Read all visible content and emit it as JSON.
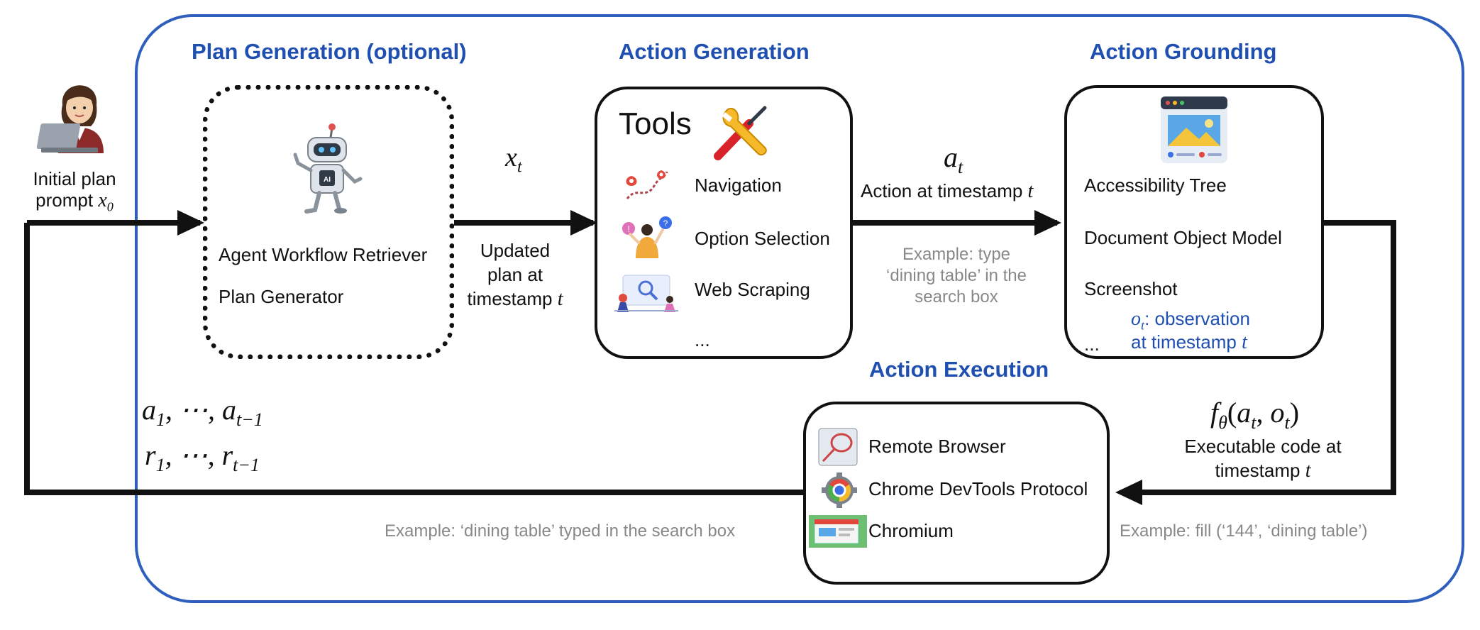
{
  "sections": {
    "plan_generation": "Plan Generation (optional)",
    "action_generation": "Action Generation",
    "action_grounding": "Action Grounding",
    "action_execution": "Action Execution"
  },
  "user": {
    "label_line1": "Initial plan",
    "label_line2_prefix": "prompt ",
    "label_var": "x",
    "label_sub": "0"
  },
  "plan_box": {
    "item1": "Agent Workflow Retriever",
    "item2": "Plan Generator",
    "robot_badge": "AI"
  },
  "edge_plan_to_action": {
    "var": "x",
    "sub": "t",
    "line1": "Updated",
    "line2": "plan at",
    "line3_prefix": "timestamp ",
    "line3_var": "t"
  },
  "tools_box": {
    "title": "Tools",
    "items": [
      "Navigation",
      "Option Selection",
      "Web Scraping",
      "..."
    ]
  },
  "edge_action_to_grounding": {
    "var": "a",
    "sub": "t",
    "label_prefix": "Action at timestamp ",
    "label_var": "t",
    "example_line1": "Example: type",
    "example_line2": "‘dining table’ in the",
    "example_line3": "search box"
  },
  "grounding_box": {
    "items": [
      "Accessibility Tree",
      "Document Object Model",
      "Screenshot",
      "..."
    ],
    "obs_var": "o",
    "obs_sub": "t",
    "obs_line1_suffix": ": observation",
    "obs_line2_prefix": "at timestamp ",
    "obs_line2_var": "t"
  },
  "edge_grounding_to_execution": {
    "func": "f",
    "func_sub": "θ",
    "args_open": "(",
    "arg1": "a",
    "arg1_sub": "t",
    "sep": ", ",
    "arg2": "o",
    "arg2_sub": "t",
    "args_close": ")",
    "line1": "Executable code at",
    "line2_prefix": "timestamp ",
    "line2_var": "t",
    "example": "Example: fill (‘144’, ‘dining table’)"
  },
  "execution_box": {
    "items": [
      "Remote Browser",
      "Chrome DevTools Protocol",
      "Chromium"
    ]
  },
  "feedback": {
    "a_first": "a",
    "a_first_sub": "1",
    "a_mid": ", ⋯, ",
    "a_last": "a",
    "a_last_sub": "t−1",
    "r_first": "r",
    "r_first_sub": "1",
    "r_mid": ", ⋯, ",
    "r_last": "r",
    "r_last_sub": "t−1",
    "example": "Example: ‘dining table’ typed in the search box"
  },
  "colors": {
    "accent_blue": "#1f4fb0",
    "frame_blue": "#2e5fbd",
    "gray_text": "#888888",
    "line": "#111111"
  }
}
